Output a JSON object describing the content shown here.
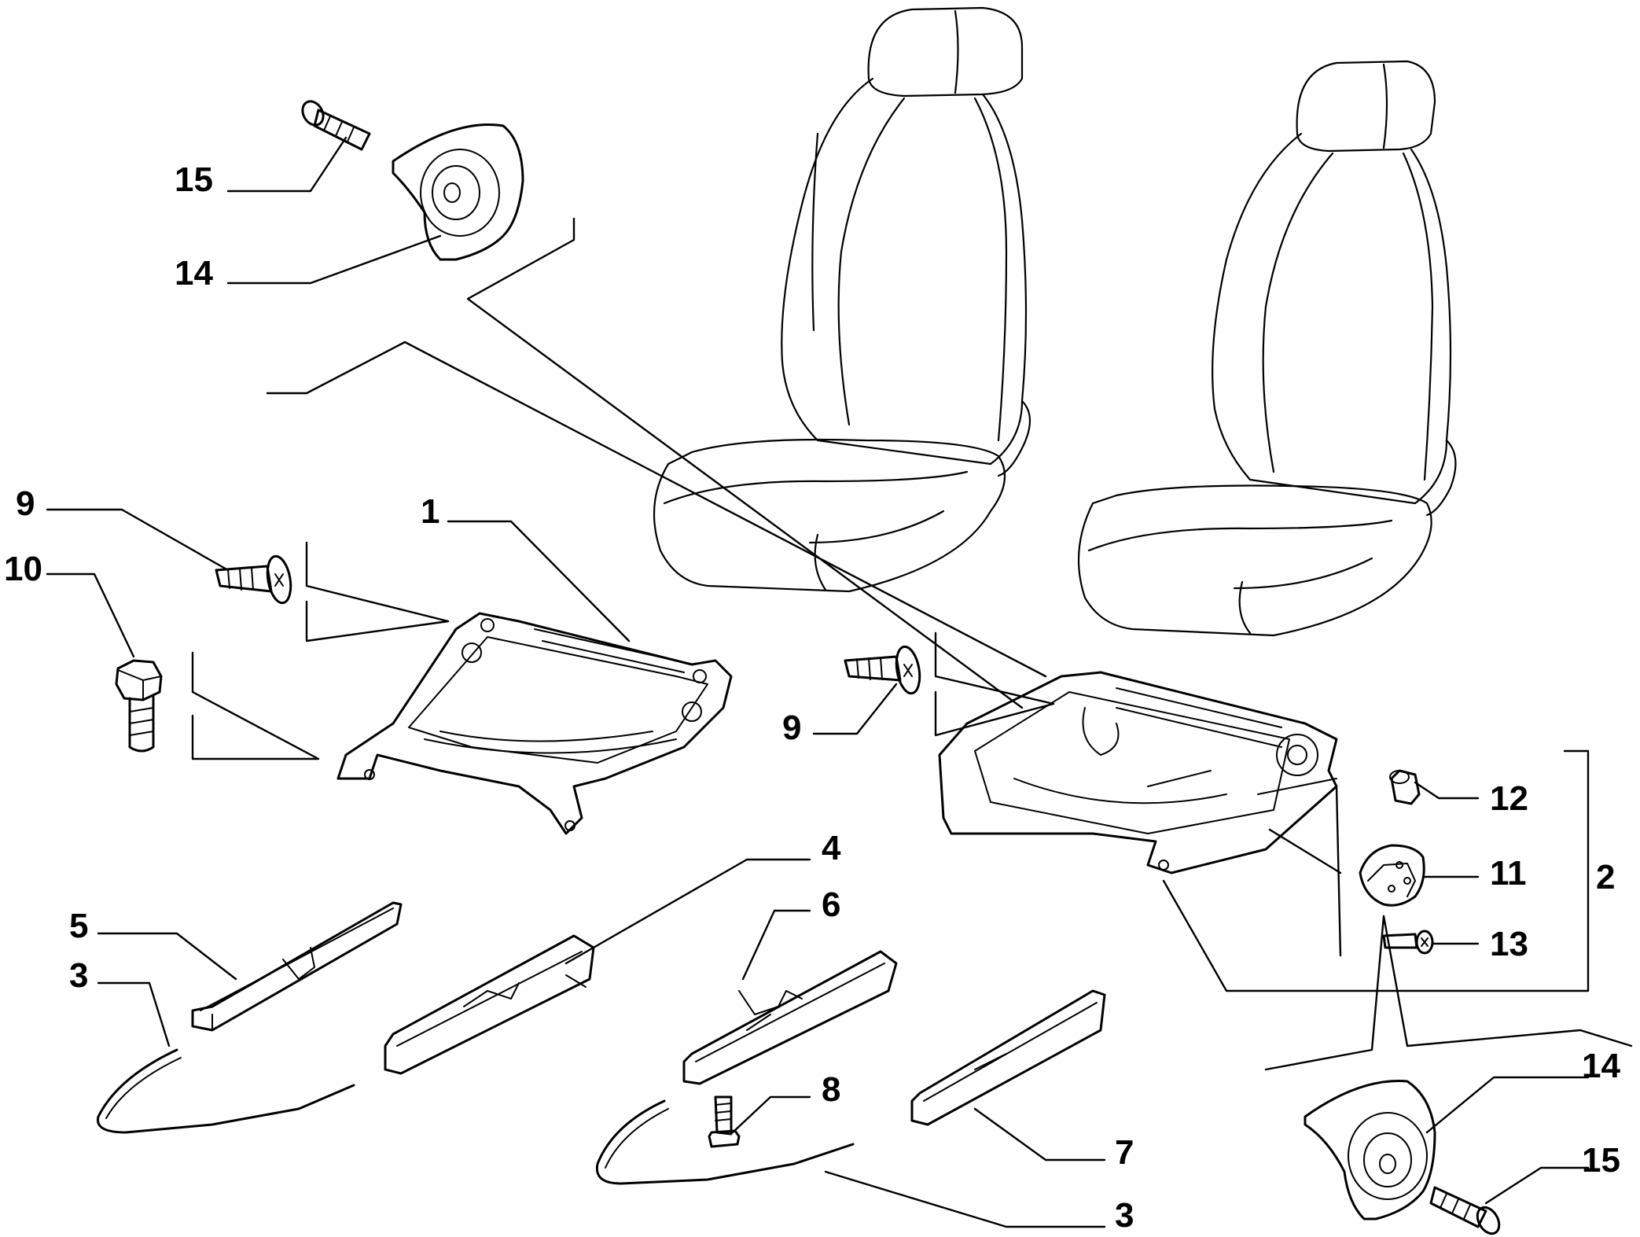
{
  "diagram": {
    "type": "exploded-parts-diagram",
    "subject": "front seat frame, runners and fittings",
    "callouts": {
      "c1": "1",
      "c2": "2",
      "c3a": "3",
      "c3b": "3",
      "c4": "4",
      "c5": "5",
      "c6": "6",
      "c7": "7",
      "c8": "8",
      "c9a": "9",
      "c9b": "9",
      "c10": "10",
      "c11": "11",
      "c12": "12",
      "c13": "13",
      "c14a": "14",
      "c14b": "14",
      "c15a": "15",
      "c15b": "15"
    }
  }
}
